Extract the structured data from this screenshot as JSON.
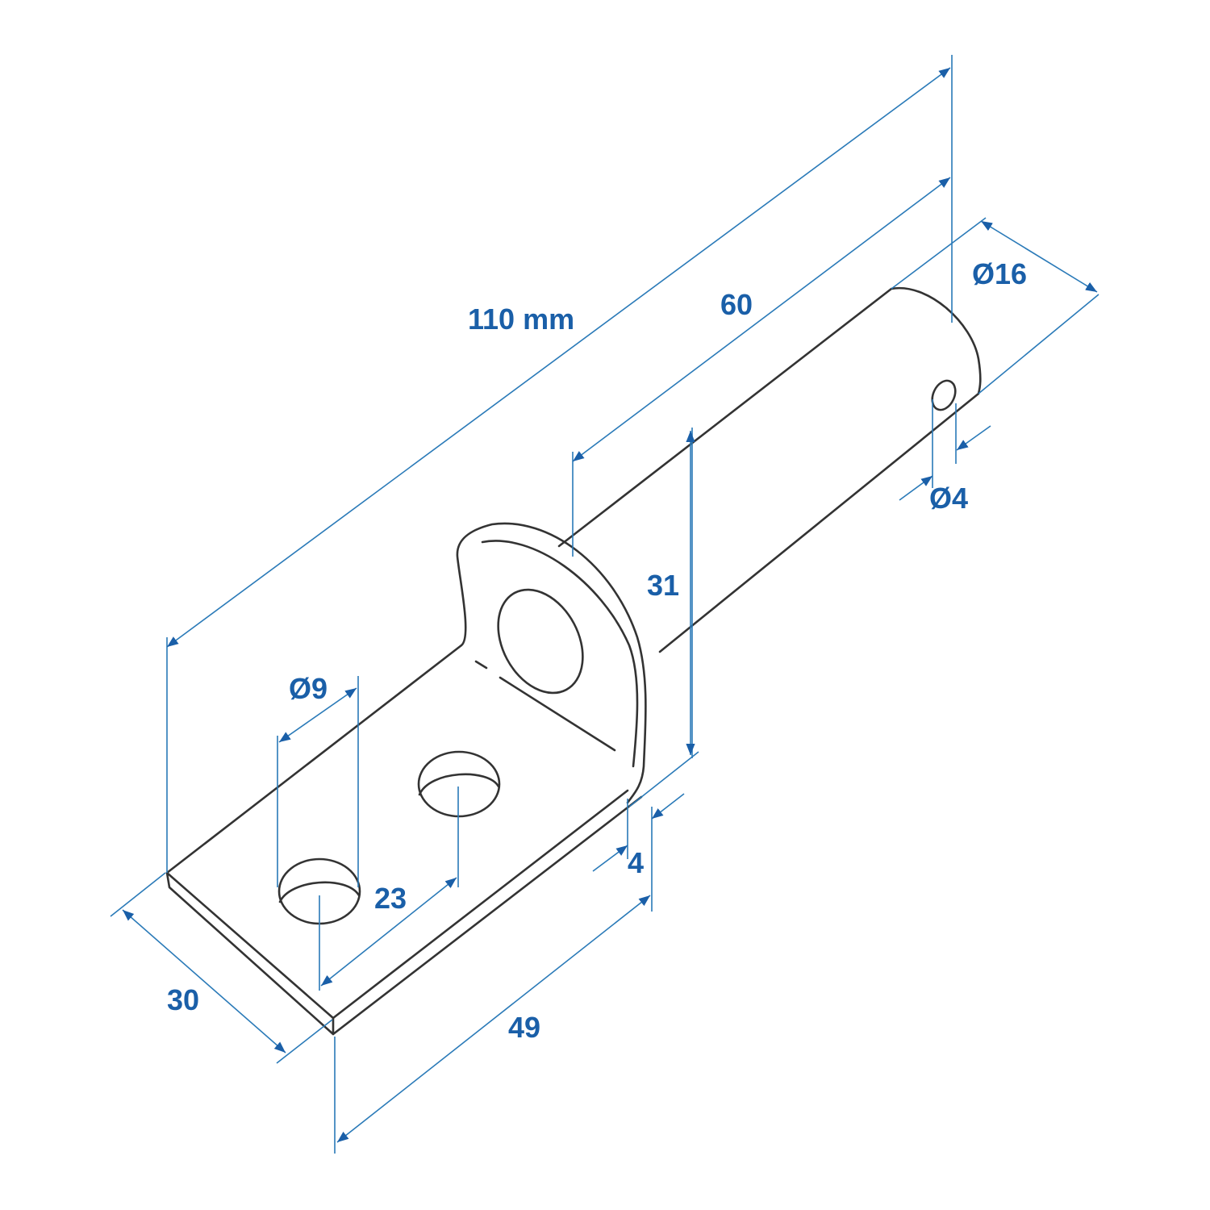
{
  "drawing": {
    "type": "isometric technical drawing",
    "subject": "angle bracket with pin",
    "line_color": "#333333",
    "dimension_color": "#1a5fa8"
  },
  "dimensions": {
    "overall_length": "110 mm",
    "pin_length": "60",
    "pin_diameter": "Ø16",
    "cross_hole_diameter": "Ø4",
    "lug_height": "31",
    "plate_thickness": "4",
    "mount_hole_diameter": "Ø9",
    "hole_spacing": "23",
    "plate_width": "30",
    "plate_length": "49"
  }
}
